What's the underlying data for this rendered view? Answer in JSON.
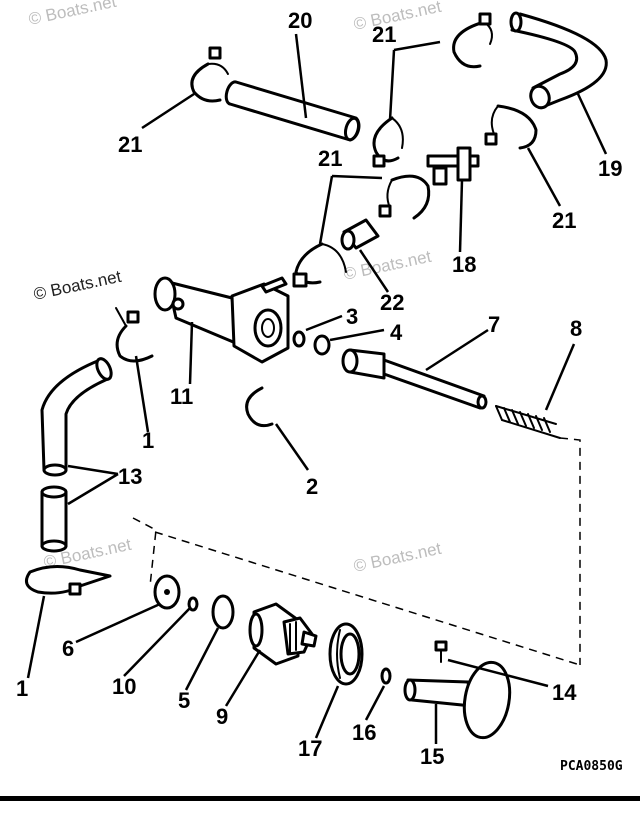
{
  "diagram_code": "PCA0850G",
  "watermark": "© Boats.net",
  "callouts": {
    "c1a": "1",
    "c1b": "1",
    "c2": "2",
    "c3": "3",
    "c4": "4",
    "c5": "5",
    "c6": "6",
    "c7": "7",
    "c8": "8",
    "c9": "9",
    "c10": "10",
    "c11": "11",
    "c13": "13",
    "c14": "14",
    "c15": "15",
    "c16": "16",
    "c17": "17",
    "c18": "18",
    "c19": "19",
    "c20": "20",
    "c21a": "21",
    "c21b": "21",
    "c21c": "21",
    "c21d": "21",
    "c22": "22"
  }
}
